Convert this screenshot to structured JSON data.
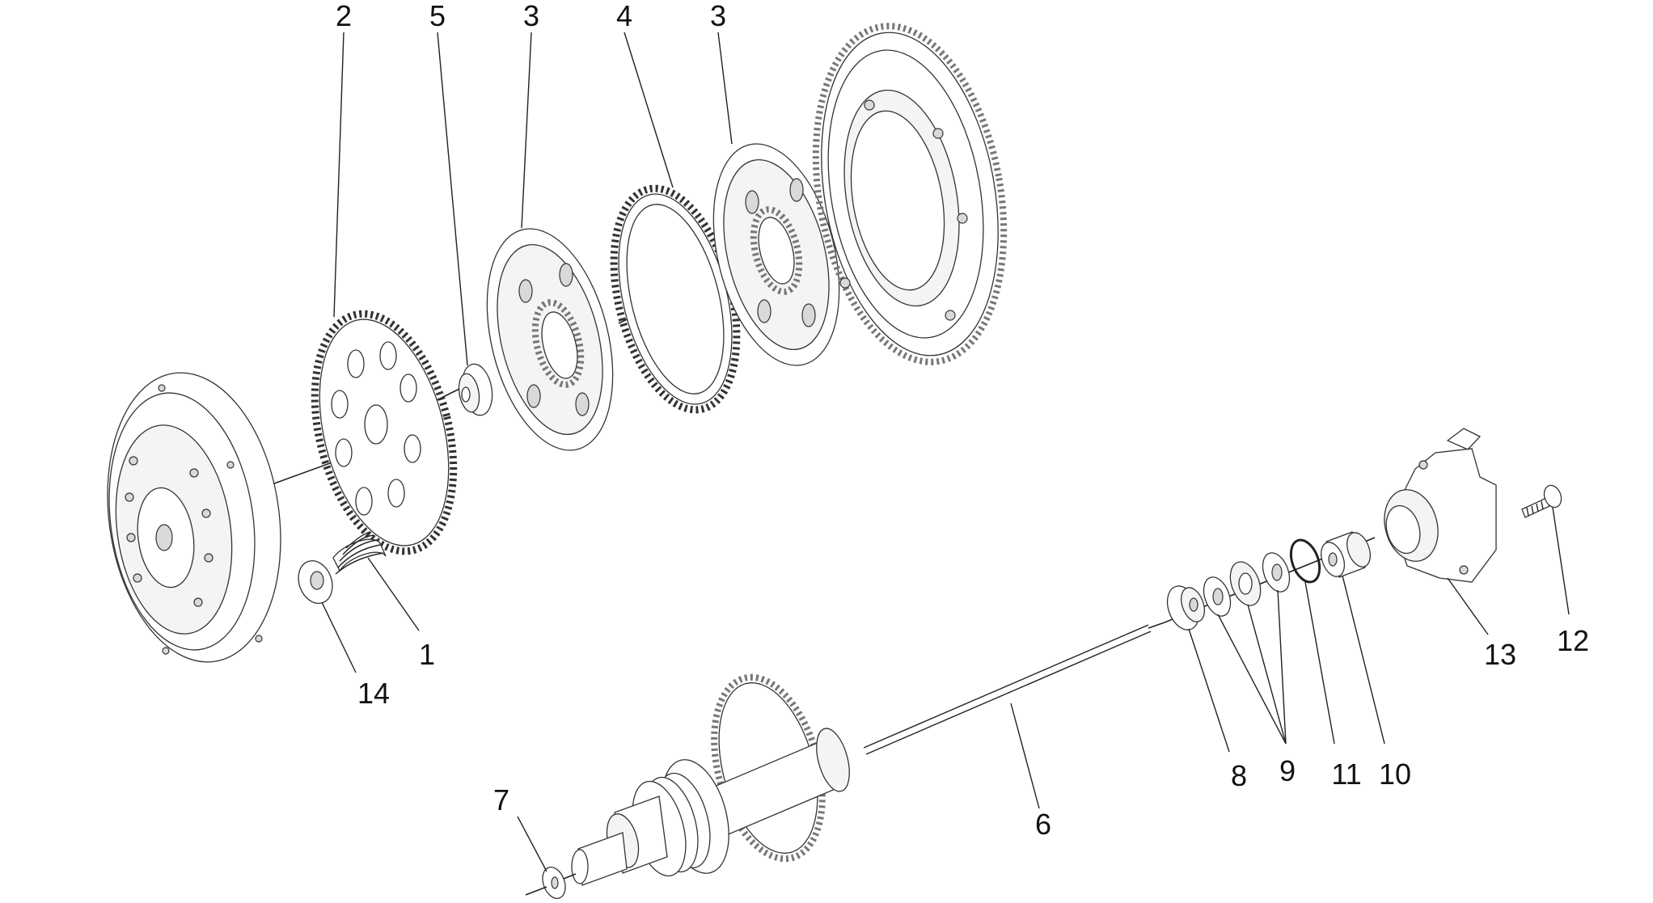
{
  "diagram": {
    "callouts": [
      {
        "id": "c2a",
        "text": "2"
      },
      {
        "id": "c5",
        "text": "5"
      },
      {
        "id": "c3a",
        "text": "3"
      },
      {
        "id": "c4",
        "text": "4"
      },
      {
        "id": "c3b",
        "text": "3"
      },
      {
        "id": "c1",
        "text": "1"
      },
      {
        "id": "c14",
        "text": "14"
      },
      {
        "id": "c13",
        "text": "13"
      },
      {
        "id": "c12",
        "text": "12"
      },
      {
        "id": "c8",
        "text": "8"
      },
      {
        "id": "c9",
        "text": "9"
      },
      {
        "id": "c11",
        "text": "11"
      },
      {
        "id": "c10",
        "text": "10"
      },
      {
        "id": "c6",
        "text": "6"
      },
      {
        "id": "c7",
        "text": "7"
      }
    ]
  }
}
